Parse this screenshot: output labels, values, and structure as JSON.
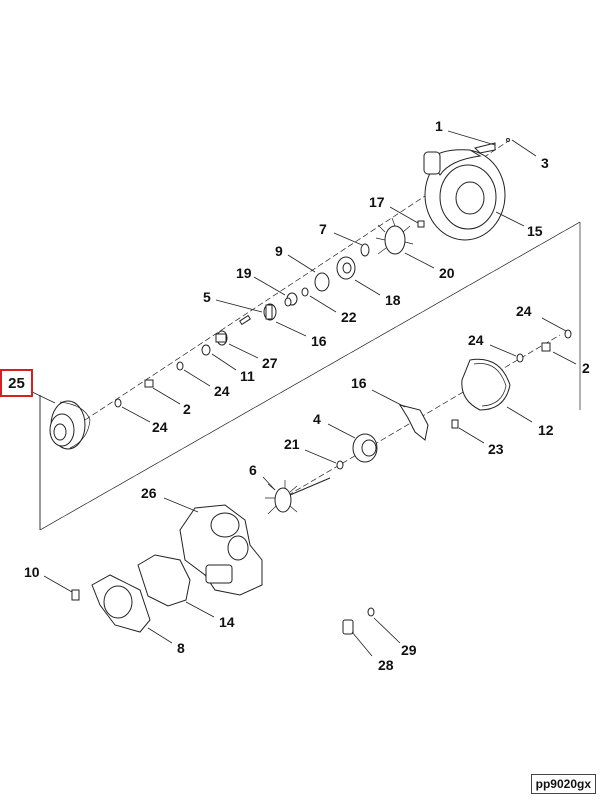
{
  "highlighted_part": "25",
  "figure_code": "pp9020gx",
  "callouts": [
    "1",
    "3",
    "15",
    "17",
    "7",
    "20",
    "9",
    "19",
    "18",
    "22",
    "5",
    "16",
    "27",
    "11",
    "24",
    "2",
    "12",
    "23",
    "4",
    "21",
    "6",
    "26",
    "10",
    "14",
    "8",
    "29",
    "28"
  ],
  "colors": {
    "highlight_border": "#d62020",
    "line": "#222222"
  }
}
